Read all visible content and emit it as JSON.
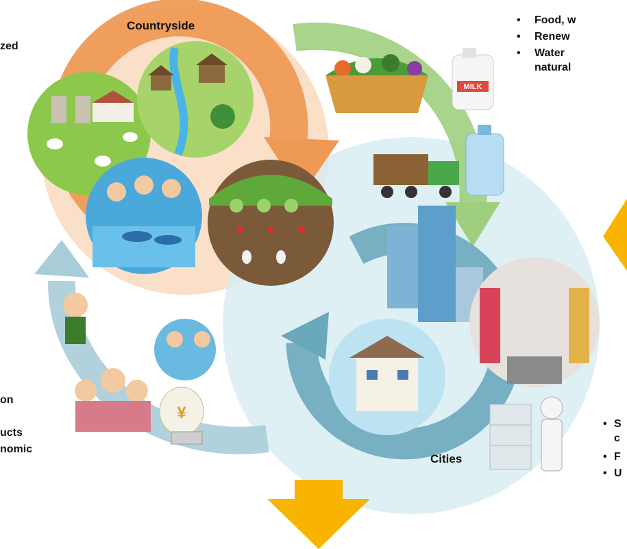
{
  "labels": {
    "countryside": "Countryside",
    "cities": "Cities"
  },
  "left_text": {
    "top_fragment": "zed",
    "bottom_lines": [
      "on",
      "",
      "ucts",
      "nomic"
    ]
  },
  "right_top_list": [
    "Food, w",
    "Renew",
    "Water",
    "natural"
  ],
  "right_bottom_list": [
    "S",
    "c",
    "F",
    "U"
  ],
  "icons": {
    "milk_label": "MILK",
    "yen_symbol": "¥"
  },
  "colors": {
    "countryside_circle": "#f9d9c0",
    "countryside_arrow": "#ee9a55",
    "cities_circle": "#d7ecf2",
    "cities_arrow": "#6aa8bc",
    "supply_arrow": "#9fcf7e",
    "return_arrow": "#a8cdd9",
    "accent_arrow": "#f8b400"
  }
}
